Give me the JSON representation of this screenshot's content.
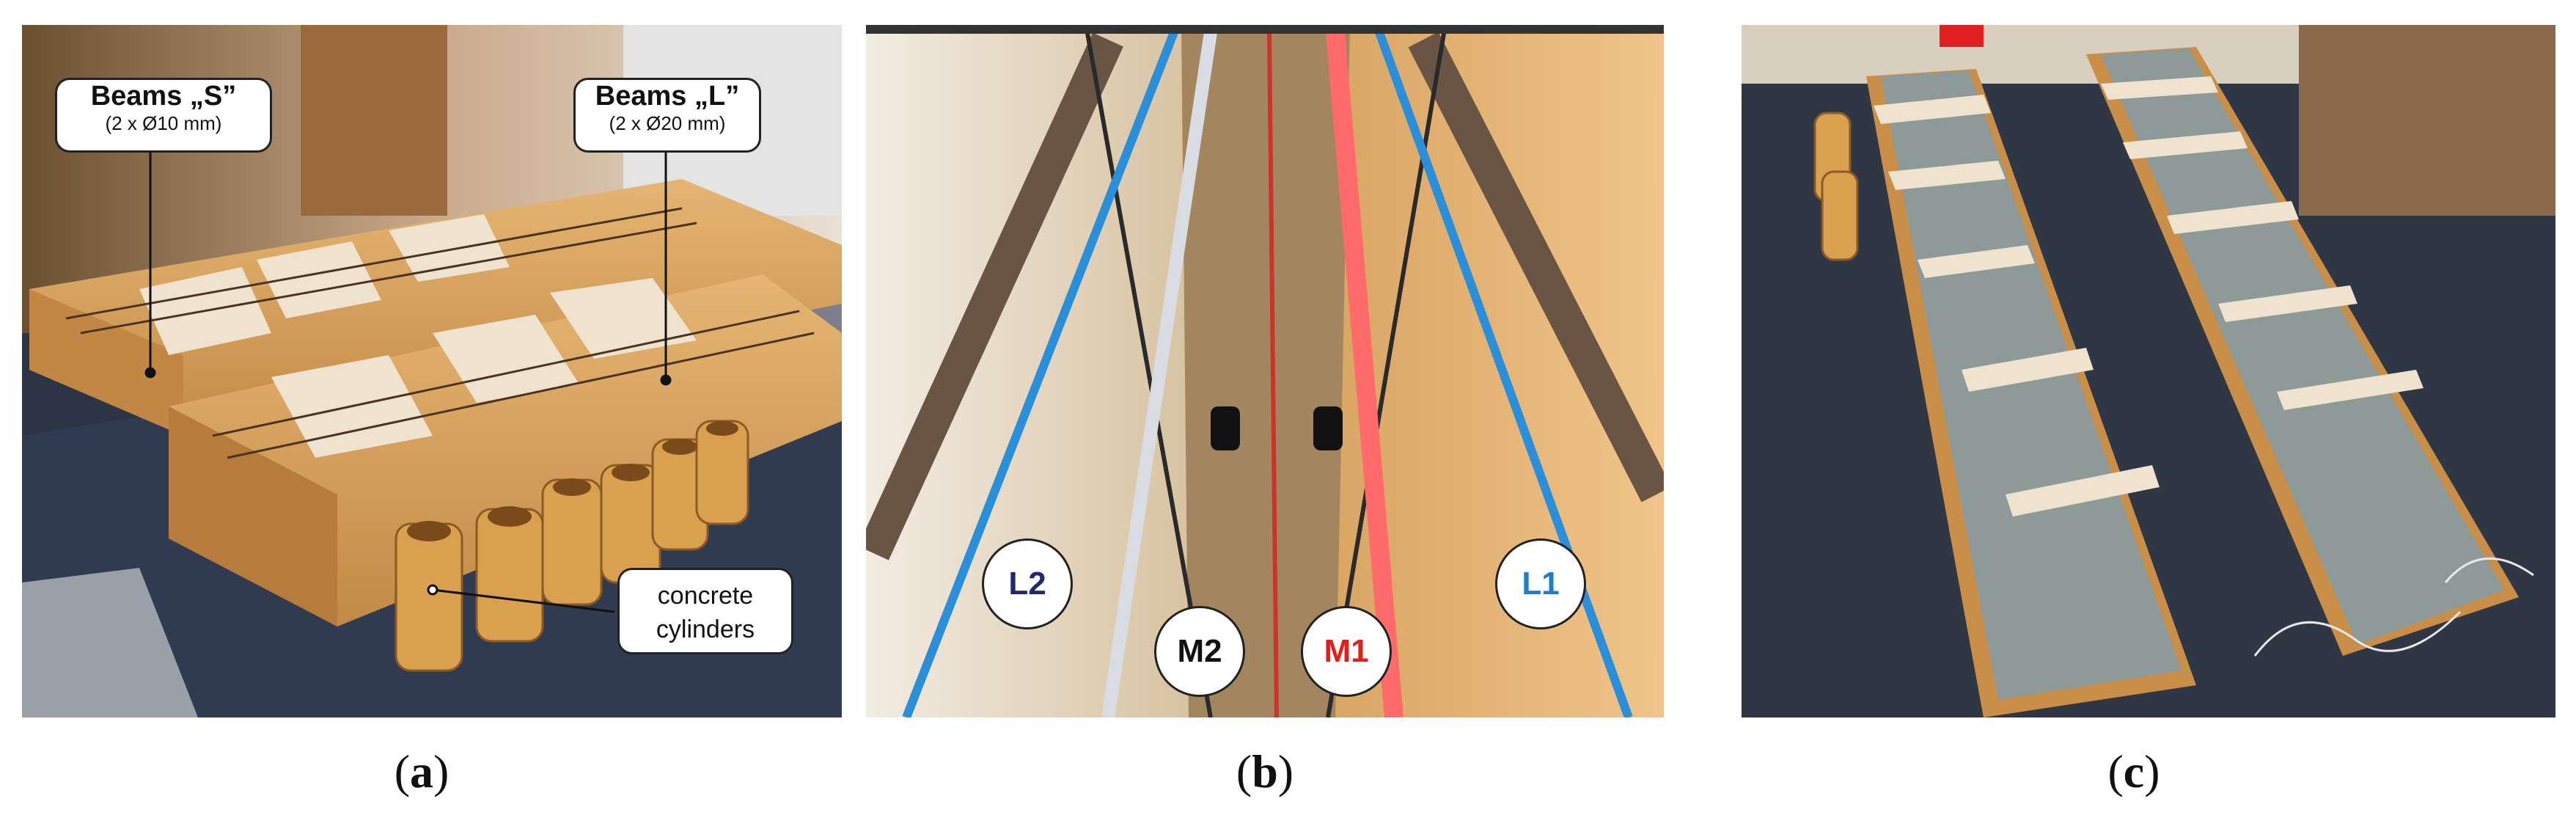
{
  "panel_a": {
    "callout_s_title": "Beams „S”",
    "callout_s_sub": "(2 x Ø10 mm)",
    "callout_l_title": "Beams „L”",
    "callout_l_sub": "(2 x Ø20 mm)",
    "callout_cylinders_line1": "concrete",
    "callout_cylinders_line2": "cylinders",
    "label": "a"
  },
  "panel_b": {
    "circle_l2": "L2",
    "circle_m2": "M2",
    "circle_m1": "M1",
    "circle_l1": "L1",
    "label": "b"
  },
  "panel_c": {
    "label": "c"
  },
  "colors": {
    "l2": "#1f2a6e",
    "m2": "#111111",
    "m1": "#e0201a",
    "l1": "#1e7fc8",
    "plywood": "#d9a965",
    "tarp": "#2b3340"
  }
}
